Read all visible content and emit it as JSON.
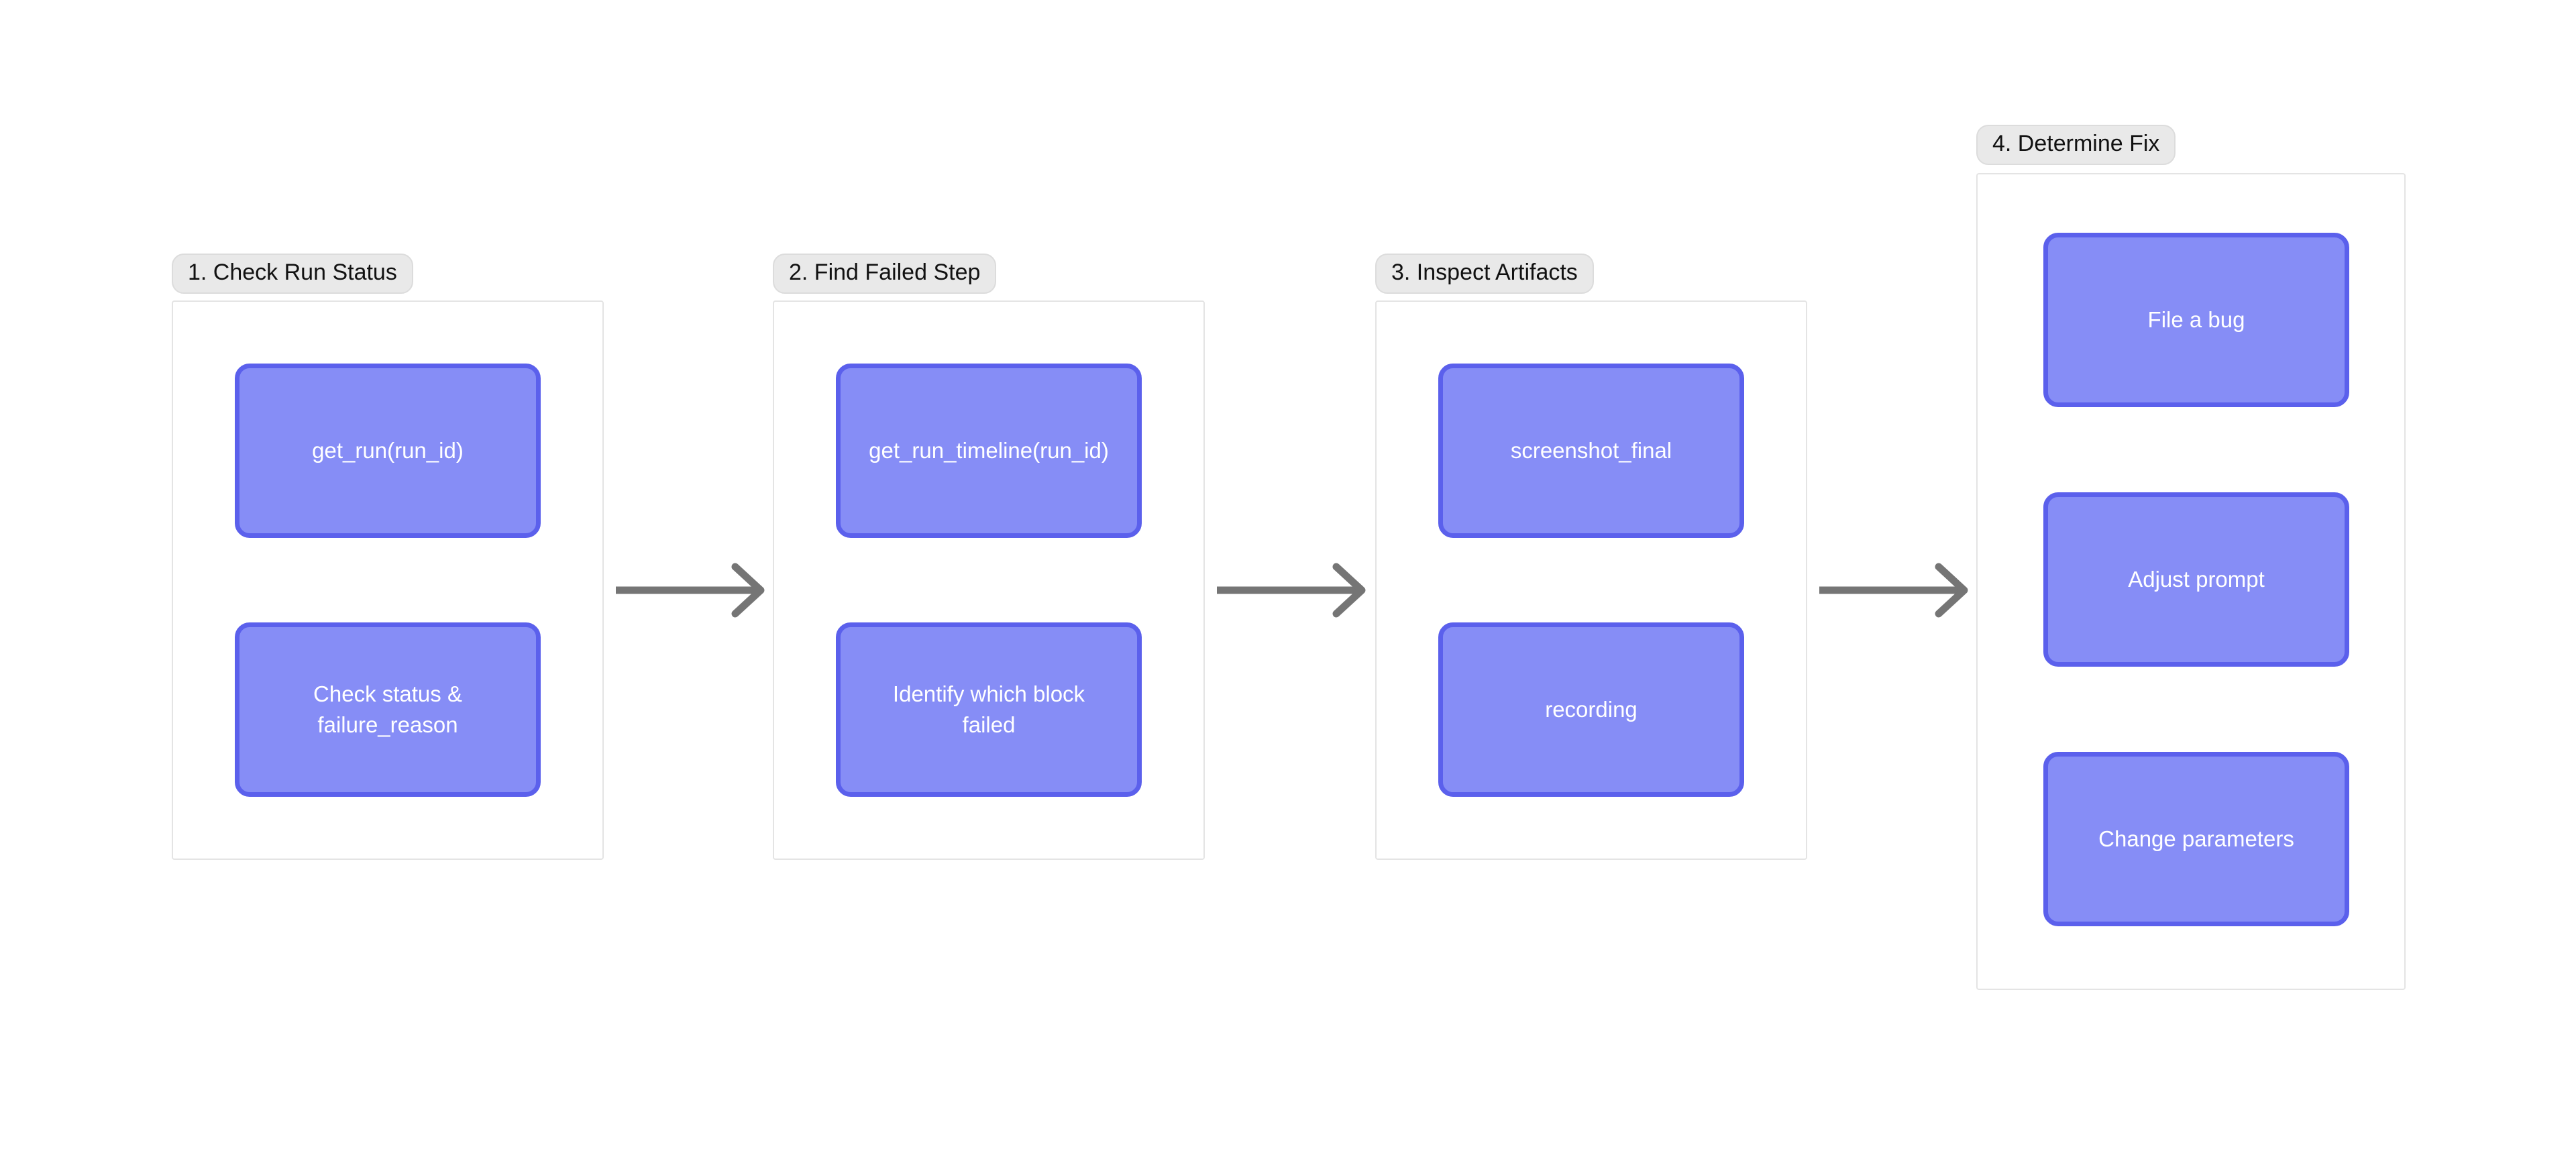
{
  "diagram": {
    "type": "flowchart-swimlanes",
    "background_color": "#ffffff",
    "node_fill_color": "#868df6",
    "node_border_color": "#5b60ec",
    "node_text_color": "#ffffff",
    "lane_label_bg_color": "#e9e9e9",
    "lane_border_color": "#e4e4e4",
    "arrow_color": "#757575",
    "lanes": [
      {
        "id": "lane-1",
        "label": "1. Check Run Status",
        "nodes": [
          {
            "id": "node-get-run",
            "label": "get_run(run_id)"
          },
          {
            "id": "node-check-status",
            "label": "Check status &\nfailure_reason"
          }
        ]
      },
      {
        "id": "lane-2",
        "label": "2. Find Failed Step",
        "nodes": [
          {
            "id": "node-get-run-timeline",
            "label": "get_run_timeline(run_id)"
          },
          {
            "id": "node-identify-block",
            "label": "Identify which block\nfailed"
          }
        ]
      },
      {
        "id": "lane-3",
        "label": "3. Inspect Artifacts",
        "nodes": [
          {
            "id": "node-screenshot-final",
            "label": "screenshot_final"
          },
          {
            "id": "node-recording",
            "label": "recording"
          }
        ]
      },
      {
        "id": "lane-4",
        "label": "4. Determine Fix",
        "nodes": [
          {
            "id": "node-file-a-bug",
            "label": "File a bug"
          },
          {
            "id": "node-adjust-prompt",
            "label": "Adjust prompt"
          },
          {
            "id": "node-change-parameters",
            "label": "Change parameters"
          }
        ]
      }
    ],
    "connectors": [
      {
        "id": "arrow-1-2",
        "from": "lane-1",
        "to": "lane-2",
        "kind": "arrow-right-icon"
      },
      {
        "id": "arrow-2-3",
        "from": "lane-2",
        "to": "lane-3",
        "kind": "arrow-right-icon"
      },
      {
        "id": "arrow-3-4",
        "from": "lane-3",
        "to": "lane-4",
        "kind": "arrow-right-icon"
      }
    ]
  }
}
